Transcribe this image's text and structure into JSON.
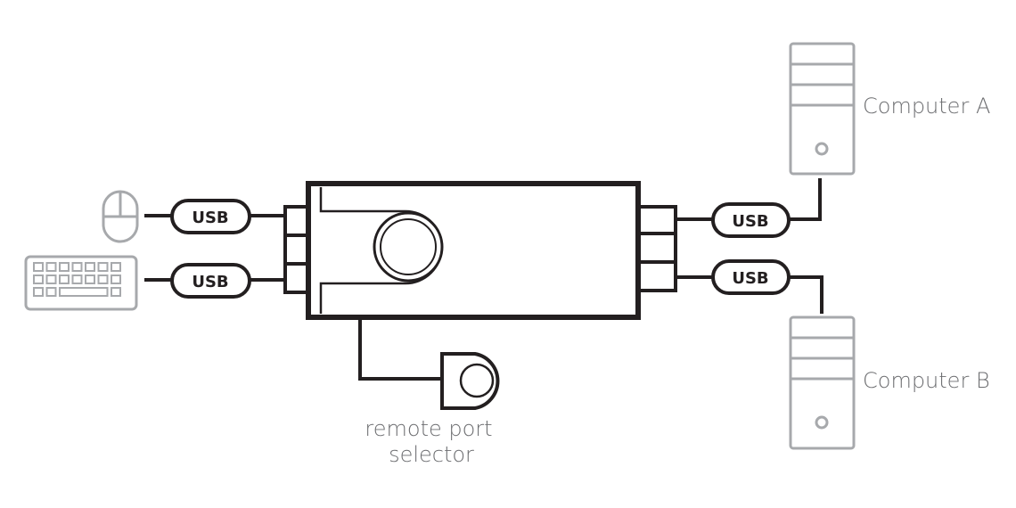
{
  "connections": {
    "mouse_link": "USB",
    "keyboard_link": "USB",
    "computer_a_link": "USB",
    "computer_b_link": "USB"
  },
  "labels": {
    "computer_a": "Computer A",
    "computer_b": "Computer B",
    "remote_line1": "remote port",
    "remote_line2": "selector"
  },
  "colors": {
    "line": "#231f20",
    "peripheral": "#a7a9ac",
    "label_text": "#6d6e71"
  }
}
